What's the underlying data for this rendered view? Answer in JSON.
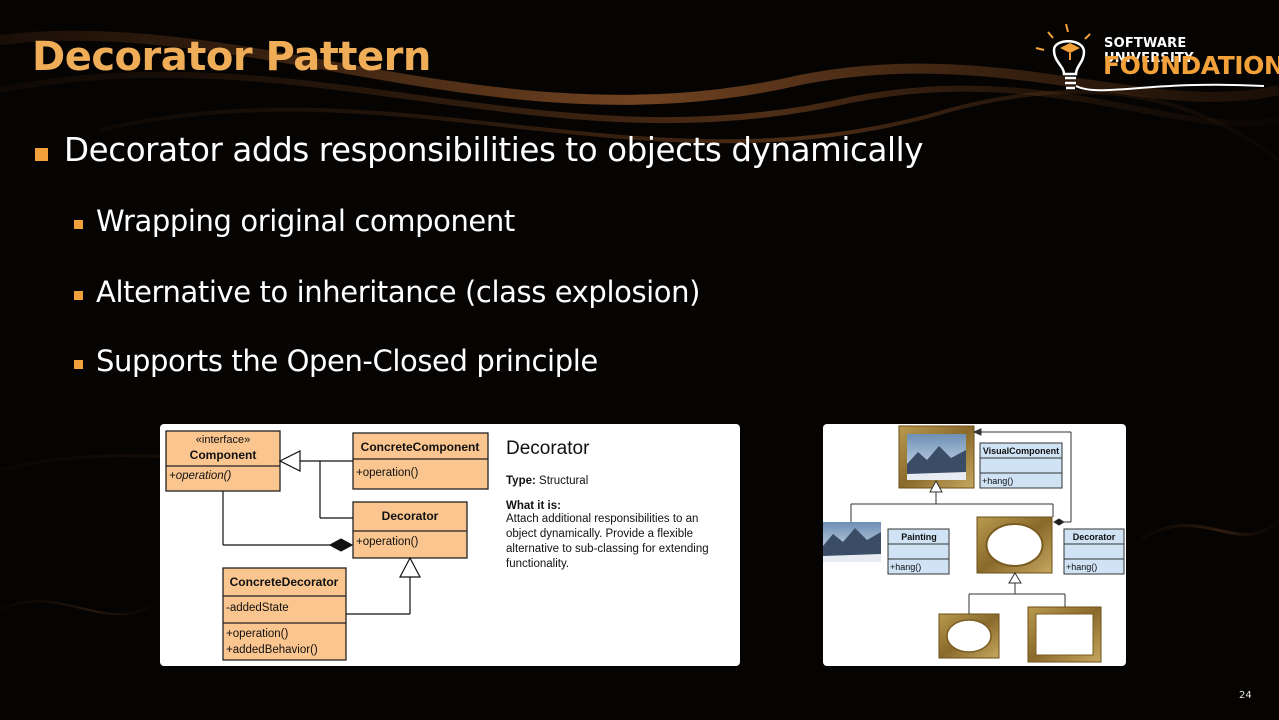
{
  "slide": {
    "title": "Decorator Pattern",
    "page_number": "24",
    "accent_color": "#f0ad58"
  },
  "logo": {
    "line1": "SOFTWARE UNIVERSITY",
    "line2": "FOUNDATION",
    "icon": "lightbulb-graduation-cap-icon"
  },
  "bullets": {
    "main": "Decorator adds responsibilities to objects dynamically",
    "subs": [
      "Wrapping original component",
      "Alternative to inheritance (class explosion)",
      "Supports the Open-Closed principle"
    ]
  },
  "uml": {
    "component": {
      "stereotype": "«interface»",
      "name": "Component",
      "method": "+operation()"
    },
    "concrete_component": {
      "name": "ConcreteComponent",
      "method": "+operation()"
    },
    "decorator": {
      "name": "Decorator",
      "method": "+operation()"
    },
    "concrete_decorator": {
      "name": "ConcreteDecorator",
      "field": "-addedState",
      "method1": "+operation()",
      "method2": "+addedBehavior()"
    }
  },
  "description": {
    "title": "Decorator",
    "type_label": "Type:",
    "type_value": "Structural",
    "what_label": "What it is:",
    "lines": [
      "Attach additional responsibilities to an",
      "object dynamically. Provide a flexible",
      "alternative to sub-classing for extending",
      "functionality."
    ]
  },
  "example": {
    "visual_component": {
      "name": "VisualComponent",
      "method": "+hang()"
    },
    "painting": {
      "name": "Painting",
      "method": "+hang()"
    },
    "decorator": {
      "name": "Decorator",
      "method": "+hang()"
    }
  }
}
